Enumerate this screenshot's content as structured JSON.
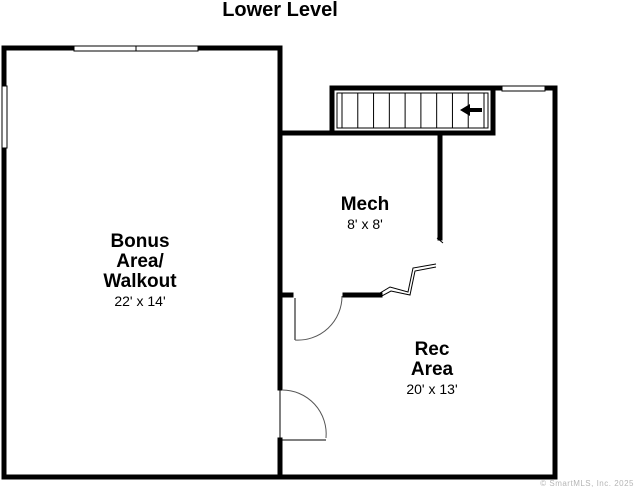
{
  "title": "Lower Level",
  "rooms": [
    {
      "name_lines": [
        "Bonus",
        "Area/",
        "Walkout"
      ],
      "dimensions": "22' x 14'"
    },
    {
      "name_lines": [
        "Mech"
      ],
      "dimensions": "8' x 8'"
    },
    {
      "name_lines": [
        "Rec",
        "Area"
      ],
      "dimensions": "20' x 13'"
    }
  ],
  "stairs": {
    "steps": 10,
    "arrow_icon": "left-arrow-icon"
  },
  "copyright": "© SmartMLS, Inc. 2025",
  "colors": {
    "wall": "#000000",
    "background": "#ffffff",
    "watermark": "#b5b5b5"
  }
}
